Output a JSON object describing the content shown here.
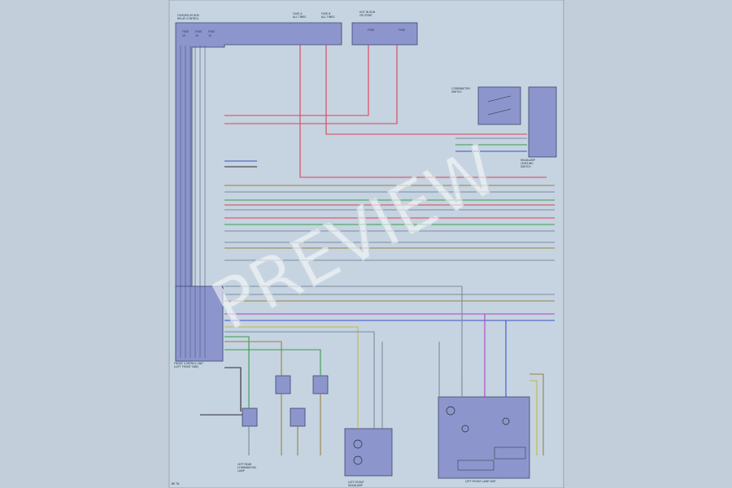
{
  "watermark": "PREVIEW",
  "colors": {
    "page_bg": "#c2cfda",
    "sheet_bg": "#c5d4e0",
    "sheet_border": "#9aa6b2",
    "module_fill": "#8d96cc",
    "module_stroke": "#3e4470",
    "wire_red": "#e0405a",
    "wire_green": "#3a9a50",
    "wire_brown": "#9a8046",
    "wire_gray": "#7d8ca0",
    "wire_purple": "#b043c8",
    "wire_blue": "#3950c8",
    "wire_yellow": "#c8b840",
    "wire_black": "#2a2a33"
  },
  "labels": {
    "top_left_module": [
      "FUSE/RELAY BOX",
      "RELAY CONTROL"
    ],
    "fuse_a": [
      "FUSE A",
      "ALL TIMES"
    ],
    "fuse_b": [
      "FUSE B",
      "ALL TIMES"
    ],
    "hot_in_run": [
      "HOT IN RUN",
      "OR START"
    ],
    "right_switch": [
      "COMBINATION",
      "SWITCH"
    ],
    "combination_module": [
      "HEADLAMP",
      "LEVELING",
      "SWITCH"
    ],
    "left_lower": [
      "LEFT REAR",
      "COMBINATION",
      "LAMP"
    ],
    "bottom_center_module": [
      "LEFT FRONT",
      "HEADLAMP"
    ],
    "bottom_right_module": [
      "LEFT FRONT LAMP UNIT"
    ],
    "footer_code": "BP-78"
  }
}
